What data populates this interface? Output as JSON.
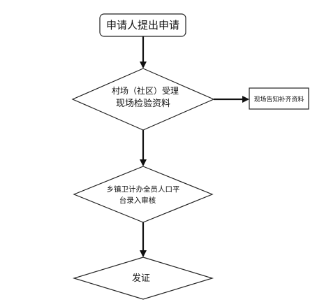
{
  "flowchart": {
    "start": {
      "label": "申请人提出申请"
    },
    "decision_1": {
      "line1": "村场（社区）受理",
      "line2": "现场检验资料"
    },
    "side_box": {
      "label": "现场告知补齐资料"
    },
    "decision_2": {
      "line1": "乡镇卫计办全员人口平",
      "line2": "台录入审核"
    },
    "decision_3": {
      "label": "发证"
    }
  }
}
